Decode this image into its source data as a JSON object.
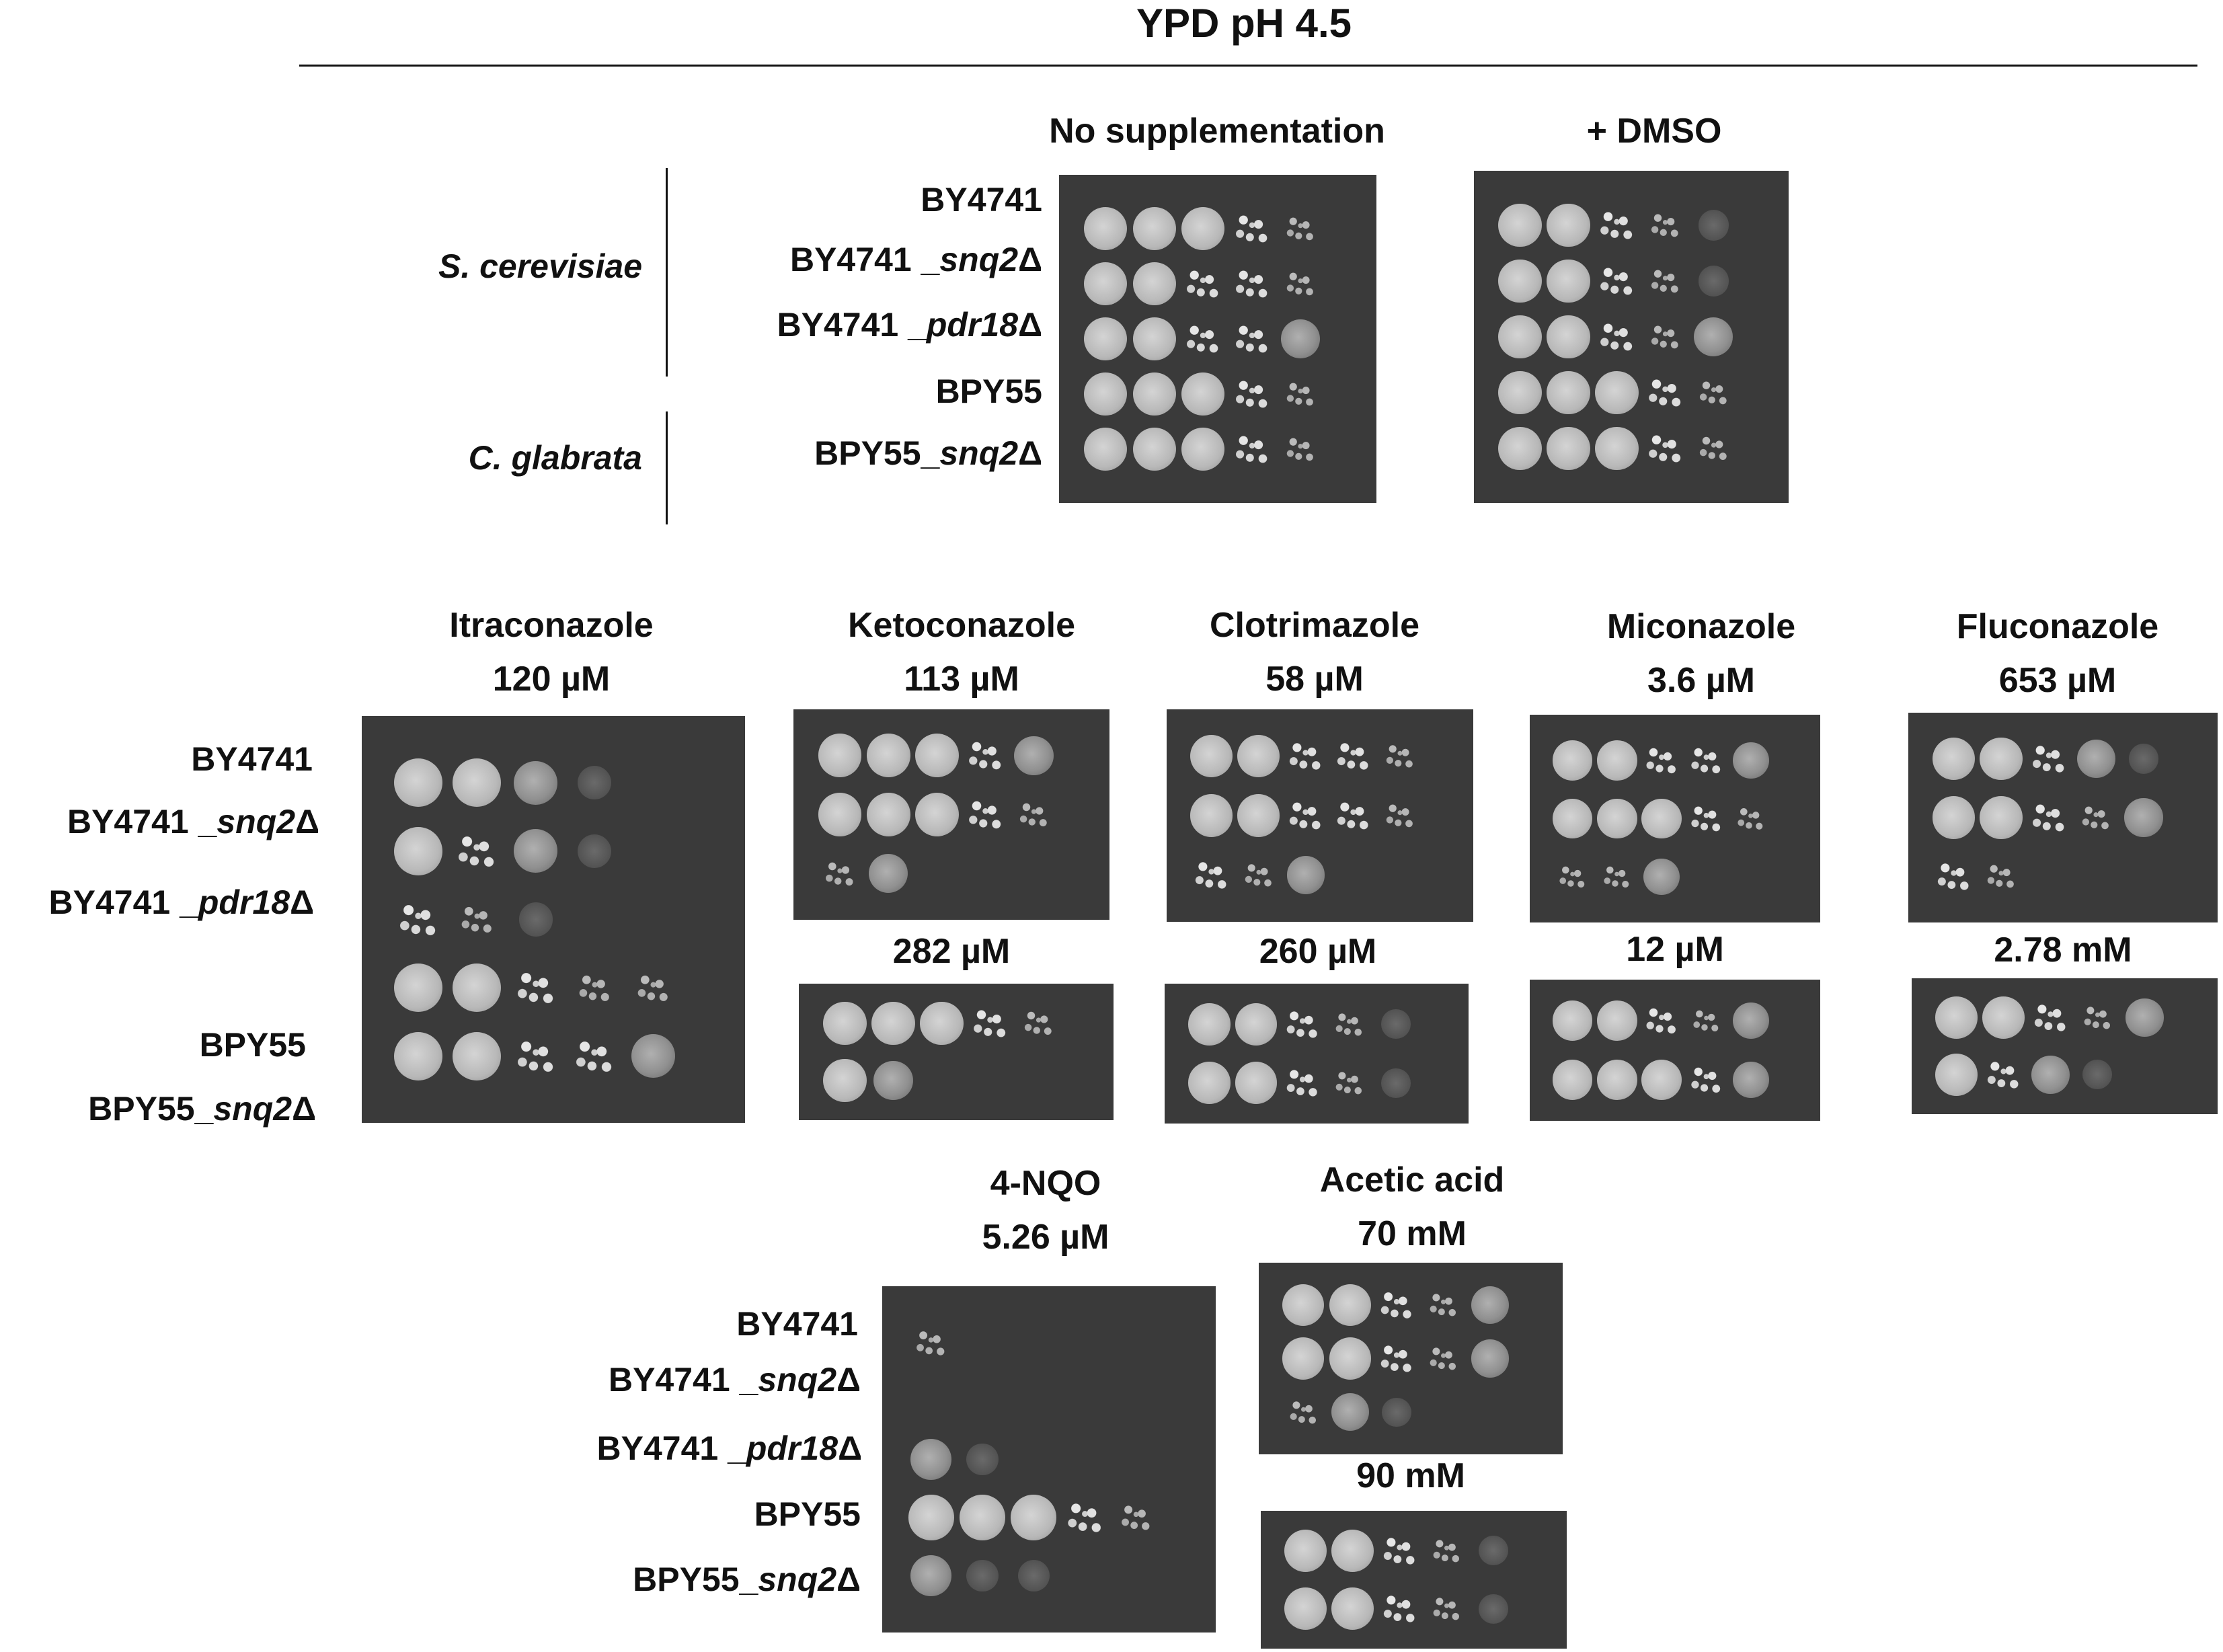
{
  "figure": {
    "title": "YPD pH 4.5"
  },
  "species": {
    "cerevisiae": "S. cerevisiae",
    "glabrata": "C. glabrata"
  },
  "strains": {
    "by4741": "BY4741",
    "by4741_snq2_prefix": "BY4741 _",
    "by4741_pdr18_prefix": "BY4741 _",
    "snq2_italic": "snq2",
    "pdr18_italic": "pdr18",
    "delta": "Δ",
    "bpy55": "BPY55",
    "bpy55_snq2_prefix": "BPY55_"
  },
  "conditions": {
    "none": "No supplementation",
    "dmso": "+ DMSO",
    "itraconazole": "Itraconazole",
    "itraconazole_conc": "120 µM",
    "ketoconazole": "Ketoconazole",
    "ketoconazole_conc1": "113 µM",
    "ketoconazole_conc2": "282 µM",
    "clotrimazole": "Clotrimazole",
    "clotrimazole_conc1": "58 µM",
    "clotrimazole_conc2": "260 µM",
    "miconazole": "Miconazole",
    "miconazole_conc1": "3.6 µM",
    "miconazole_conc2": "12 µM",
    "fluconazole": "Fluconazole",
    "fluconazole_conc1": "653 µM",
    "fluconazole_conc2": "2.78 mM",
    "nqo": "4-NQO",
    "nqo_conc": "5.26 µM",
    "acetic": "Acetic acid",
    "acetic_conc1": "70 mM",
    "acetic_conc2": "90 mM"
  },
  "growth": {
    "no_supplementation": [
      [
        5,
        5,
        5,
        4,
        3
      ],
      [
        5,
        5,
        4,
        4,
        3
      ],
      [
        5,
        5,
        4,
        4,
        2
      ],
      [
        5,
        5,
        5,
        4,
        3
      ],
      [
        5,
        5,
        5,
        4,
        3
      ]
    ],
    "dmso": [
      [
        5,
        5,
        4,
        3,
        1
      ],
      [
        5,
        5,
        4,
        3,
        1
      ],
      [
        5,
        5,
        4,
        3,
        2
      ],
      [
        5,
        5,
        5,
        4,
        3
      ],
      [
        5,
        5,
        5,
        4,
        3
      ]
    ],
    "itraconazole_120uM": [
      [
        5,
        5,
        2,
        1,
        0
      ],
      [
        5,
        4,
        2,
        1,
        0
      ],
      [
        4,
        3,
        1,
        0,
        0
      ],
      [
        5,
        5,
        4,
        3,
        3
      ],
      [
        5,
        5,
        4,
        4,
        2
      ]
    ],
    "ketoconazole_113uM": [
      [
        5,
        5,
        5,
        4,
        2
      ],
      [
        5,
        5,
        5,
        4,
        3
      ],
      [
        3,
        2,
        0,
        0,
        0
      ]
    ],
    "ketoconazole_282uM": [
      [
        5,
        5,
        5,
        4,
        3
      ],
      [
        5,
        2,
        0,
        0,
        0
      ]
    ],
    "clotrimazole_58uM": [
      [
        5,
        5,
        4,
        4,
        3
      ],
      [
        5,
        5,
        4,
        4,
        3
      ],
      [
        4,
        3,
        2,
        0,
        0
      ]
    ],
    "clotrimazole_260uM": [
      [
        5,
        5,
        4,
        3,
        1
      ],
      [
        5,
        5,
        4,
        3,
        1
      ]
    ],
    "miconazole_3.6uM": [
      [
        5,
        5,
        4,
        4,
        2
      ],
      [
        5,
        5,
        5,
        4,
        3
      ],
      [
        3,
        3,
        2,
        0,
        0
      ]
    ],
    "miconazole_12uM": [
      [
        5,
        5,
        4,
        3,
        2
      ],
      [
        5,
        5,
        5,
        4,
        2
      ]
    ],
    "fluconazole_653uM": [
      [
        5,
        5,
        4,
        2,
        1
      ],
      [
        5,
        5,
        4,
        3,
        2
      ],
      [
        4,
        3,
        0,
        0,
        0
      ]
    ],
    "fluconazole_2.78mM": [
      [
        5,
        5,
        4,
        3,
        2
      ],
      [
        5,
        4,
        2,
        1,
        0
      ]
    ],
    "nqo_5.26uM": [
      [
        3,
        0,
        0,
        0,
        0
      ],
      [
        0,
        0,
        0,
        0,
        0
      ],
      [
        2,
        1,
        0,
        0,
        0
      ],
      [
        5,
        5,
        5,
        4,
        3
      ],
      [
        2,
        1,
        1,
        0,
        0
      ]
    ],
    "acetic_70mM": [
      [
        5,
        5,
        4,
        3,
        2
      ],
      [
        5,
        5,
        4,
        3,
        2
      ],
      [
        3,
        2,
        1,
        0,
        0
      ]
    ],
    "acetic_90mM": [
      [
        5,
        5,
        4,
        3,
        1
      ],
      [
        5,
        5,
        4,
        3,
        1
      ]
    ]
  }
}
